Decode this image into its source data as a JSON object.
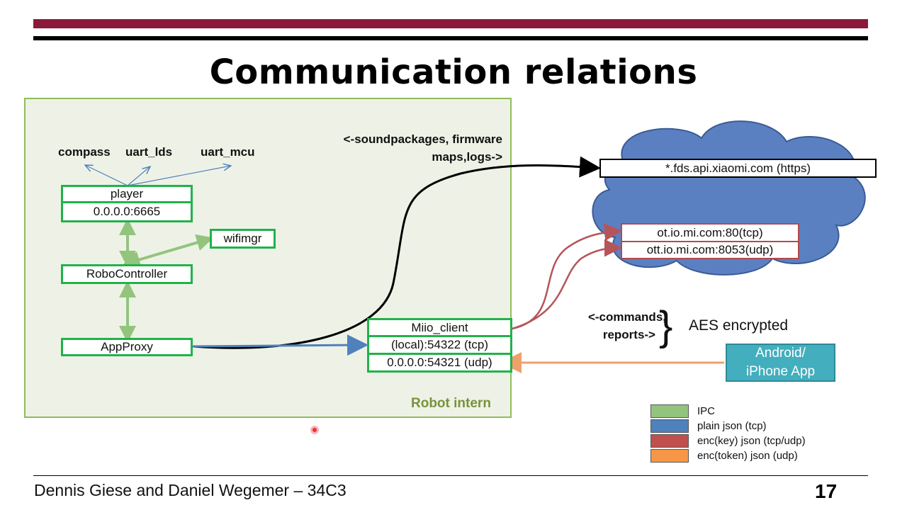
{
  "title": "Communication relations",
  "robot": {
    "zone_label": "Robot intern",
    "components": [
      "compass",
      "uart_lds",
      "uart_mcu"
    ],
    "player": "player",
    "player_port": "0.0.0.0:6665",
    "wifimgr": "wifimgr",
    "robocontroller": "RoboController",
    "appproxy": "AppProxy",
    "miio_client": "Miio_client",
    "miio_local": "(local):54322 (tcp)",
    "miio_udp": "0.0.0.0:54321 (udp)",
    "transfer_line1": "<-soundpackages, firmware",
    "transfer_line2": "maps,logs->"
  },
  "cloud": {
    "fds": "*.fds.api.xiaomi.com (https)",
    "ot": "ot.io.mi.com:80(tcp)",
    "ott": "ott.io.mi.com:8053(udp)"
  },
  "messages": {
    "line1": "<-commands,",
    "line2": "reports->",
    "brace": "}",
    "encrypted": "AES encrypted"
  },
  "app": {
    "line1": "Android/",
    "line2": "iPhone App"
  },
  "legend": [
    {
      "label": "IPC",
      "color": "#93c47d"
    },
    {
      "label": "plain json (tcp)",
      "color": "#4f81bd"
    },
    {
      "label": "enc(key) json (tcp/udp)",
      "color": "#c0504d"
    },
    {
      "label": "enc(token) json (udp)",
      "color": "#f79646"
    }
  ],
  "footer": {
    "authors": "Dennis Giese and Daniel Wegemer – 34C3",
    "page": "17"
  },
  "colors": {
    "ipc": "#93c47d",
    "plain": "#4f81bd",
    "enc_key": "#b5555a",
    "enc_token": "#f0a06a",
    "cloud_fill": "#5b80c2",
    "cloud_stroke": "#3a5c94",
    "header_bar": "#8b1a3a"
  }
}
